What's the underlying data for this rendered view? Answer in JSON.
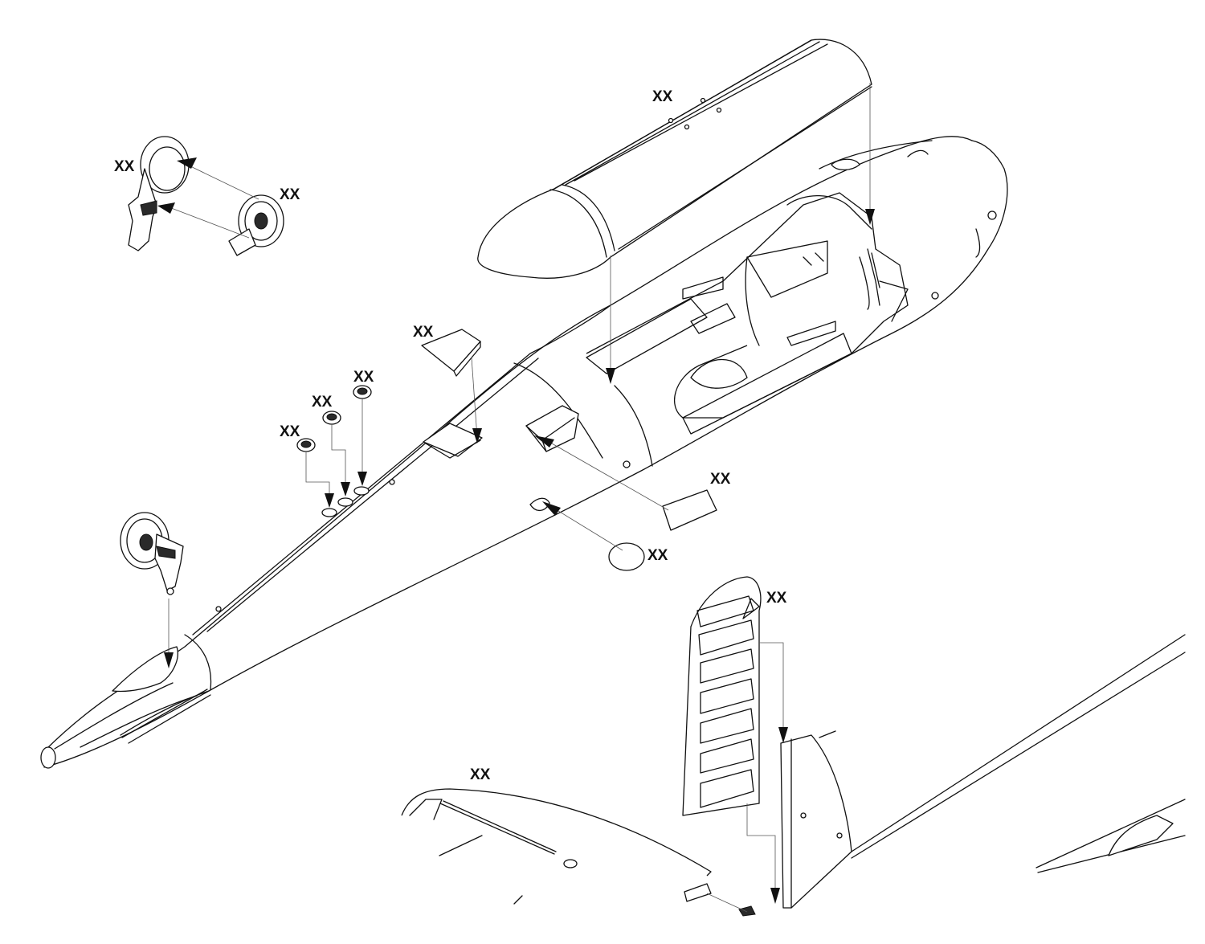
{
  "diagram": {
    "callouts": [
      {
        "id": "canopy",
        "text": "XX"
      },
      {
        "id": "gear-fork",
        "text": "XX"
      },
      {
        "id": "gear-wheel",
        "text": "XX"
      },
      {
        "id": "hatch-upper",
        "text": "XX"
      },
      {
        "id": "washer-3",
        "text": "XX"
      },
      {
        "id": "washer-2",
        "text": "XX"
      },
      {
        "id": "washer-1",
        "text": "XX"
      },
      {
        "id": "seat-panel",
        "text": "XX"
      },
      {
        "id": "round-cover",
        "text": "XX"
      },
      {
        "id": "rudder",
        "text": "XX"
      },
      {
        "id": "wing",
        "text": "XX"
      }
    ]
  }
}
